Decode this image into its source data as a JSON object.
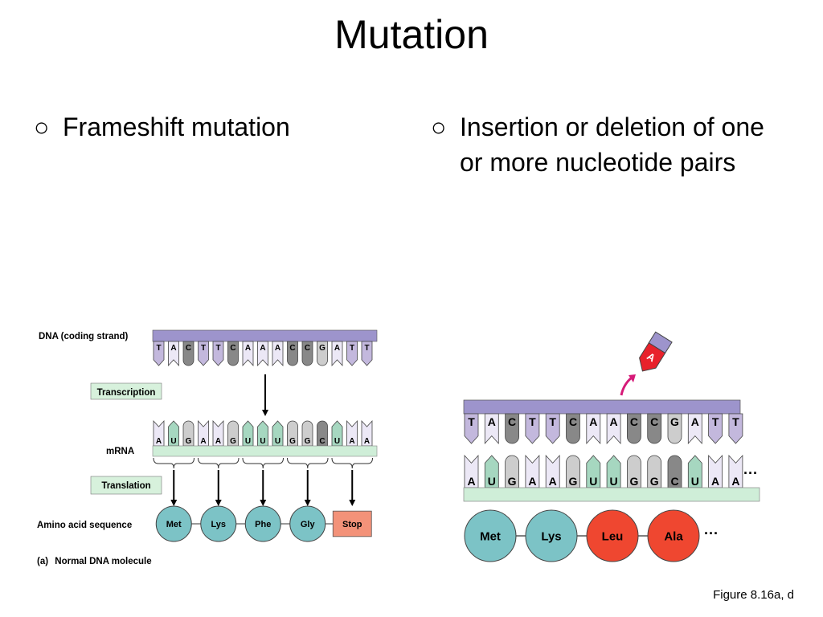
{
  "title": "Mutation",
  "bullets": [
    {
      "marker": "○",
      "text": "Frameshift mutation"
    },
    {
      "marker": "○",
      "text": "Insertion or deletion of one or more nucleotide pairs"
    }
  ],
  "left_figure": {
    "dna_label": "DNA (coding strand)",
    "dna_bases": [
      "T",
      "A",
      "C",
      "T",
      "T",
      "C",
      "A",
      "A",
      "A",
      "C",
      "C",
      "G",
      "A",
      "T",
      "T"
    ],
    "transcription_label": "Transcription",
    "mrna_label": "mRNA",
    "mrna_bases": [
      "A",
      "U",
      "G",
      "A",
      "A",
      "G",
      "U",
      "U",
      "U",
      "G",
      "G",
      "C",
      "U",
      "A",
      "A"
    ],
    "translation_label": "Translation",
    "amino_label": "Amino acid sequence",
    "amino_acids": [
      "Met",
      "Lys",
      "Phe",
      "Gly",
      "Stop"
    ],
    "panel_letter": "(a)",
    "panel_caption": "Normal DNA molecule"
  },
  "right_figure": {
    "inserted_base": "A",
    "dna_bases": [
      "T",
      "A",
      "C",
      "T",
      "T",
      "C",
      "A",
      "A",
      "C",
      "C",
      "G",
      "A",
      "T",
      "T"
    ],
    "mrna_bases": [
      "A",
      "U",
      "G",
      "A",
      "A",
      "G",
      "U",
      "U",
      "G",
      "G",
      "C",
      "U",
      "A",
      "A"
    ],
    "amino_acids": [
      "Met",
      "Lys",
      "Leu",
      "Ala"
    ],
    "ellipsis": "···"
  },
  "figure_ref": "Figure 8.16a, d",
  "colors": {
    "T": "#c3b8dd",
    "A": "#ece8f6",
    "C": "#888888",
    "G": "#cdcdcd",
    "U": "#a6d7c0",
    "backbone": "#9d94cc",
    "mrna_strip": "#cfeed8",
    "amino": "#7cc3c6",
    "mutant_amino": "#ef4730",
    "stop": "#f39279",
    "label_box": "#d7f1dc",
    "insert_arrow": "#d61a78"
  }
}
